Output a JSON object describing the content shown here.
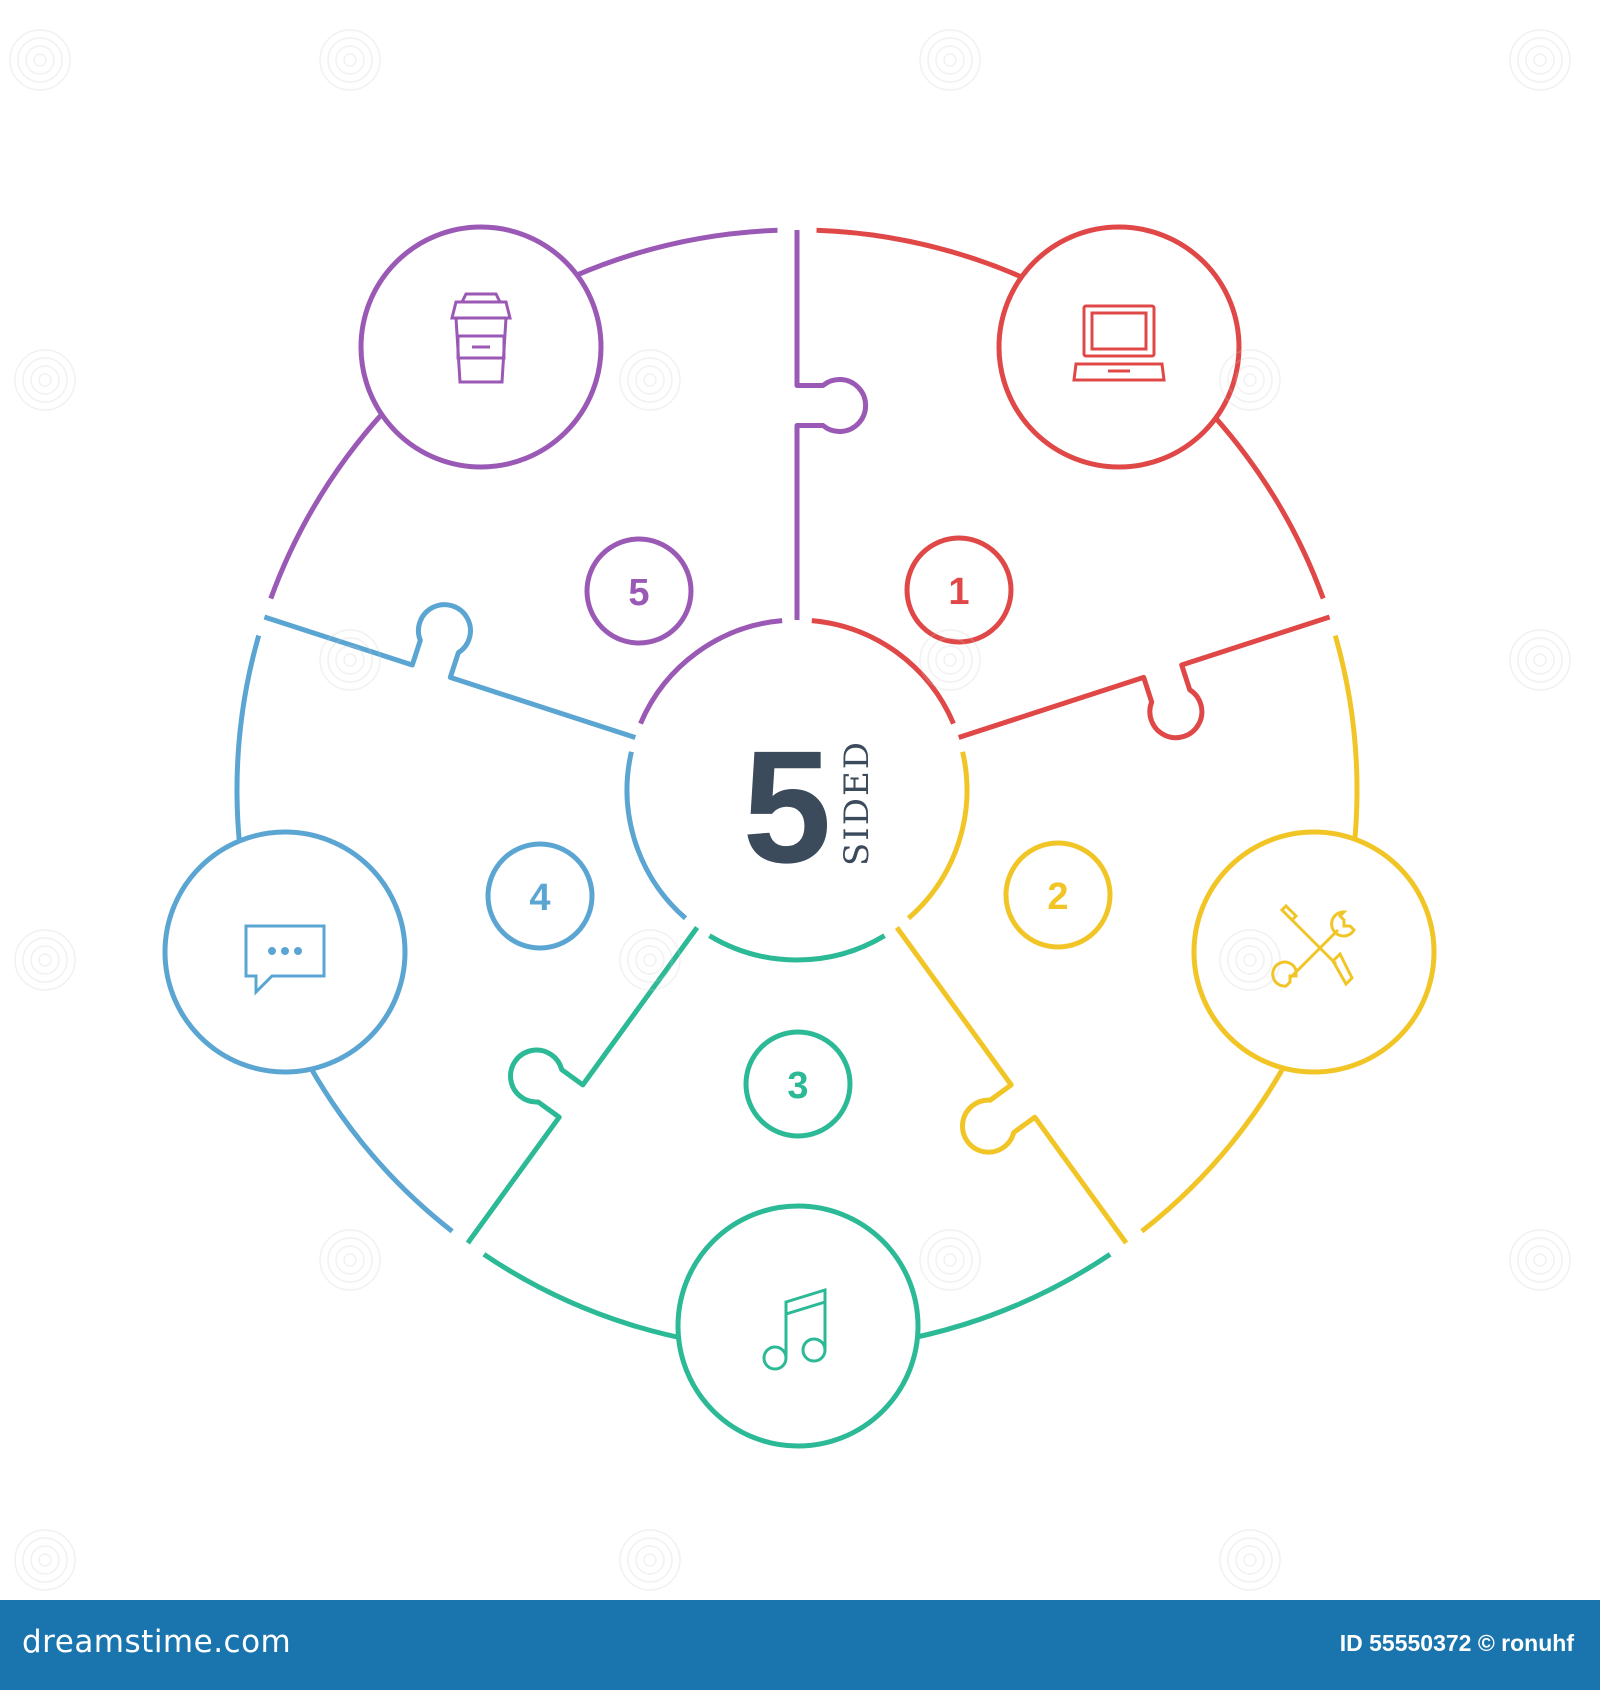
{
  "center": {
    "number": "5",
    "word": "SIDED"
  },
  "segments": [
    {
      "number": "1",
      "icon": "laptop-icon",
      "color": "#e04848"
    },
    {
      "number": "2",
      "icon": "tools-icon",
      "color": "#f2c527"
    },
    {
      "number": "3",
      "icon": "music-note-icon",
      "color": "#2bb996"
    },
    {
      "number": "4",
      "icon": "chat-bubble-icon",
      "color": "#5ba5d3"
    },
    {
      "number": "5",
      "icon": "coffee-cup-icon",
      "color": "#9b59b6"
    }
  ],
  "colors": {
    "center_text": "#3b4b5b",
    "footer": "#1a75ae"
  },
  "footer": {
    "logo": "dreamstime.com",
    "id_text": "ID 55550372 © ronuhf"
  }
}
